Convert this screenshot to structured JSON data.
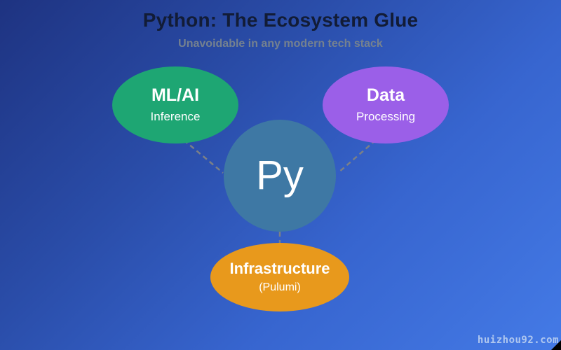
{
  "title": "Python: The Ecosystem Glue",
  "subtitle": "Unavoidable in any modern tech stack",
  "diagram": {
    "center_node": {
      "label": "Py",
      "color": "#3e78a4"
    },
    "nodes": [
      {
        "id": "ml-ai",
        "label": "ML/AI",
        "sublabel": "Inference",
        "color": "#1ea673"
      },
      {
        "id": "data-processing",
        "label": "Data",
        "sublabel": "Processing",
        "color": "#9b5fe8"
      },
      {
        "id": "infrastructure",
        "label": "Infrastructure",
        "sublabel": "(Pulumi)",
        "color": "#e8991c"
      }
    ],
    "connector_style": "dashed",
    "connector_color": "#7b8087"
  },
  "colors": {
    "background_gradient_start": "#1e3381",
    "background_gradient_end": "#447ae6",
    "title_text": "#121c36",
    "subtitle_text": "#75818f",
    "node_text": "#ffffff",
    "corner_triangle": "#000000"
  },
  "watermark": "huizhou92.com"
}
